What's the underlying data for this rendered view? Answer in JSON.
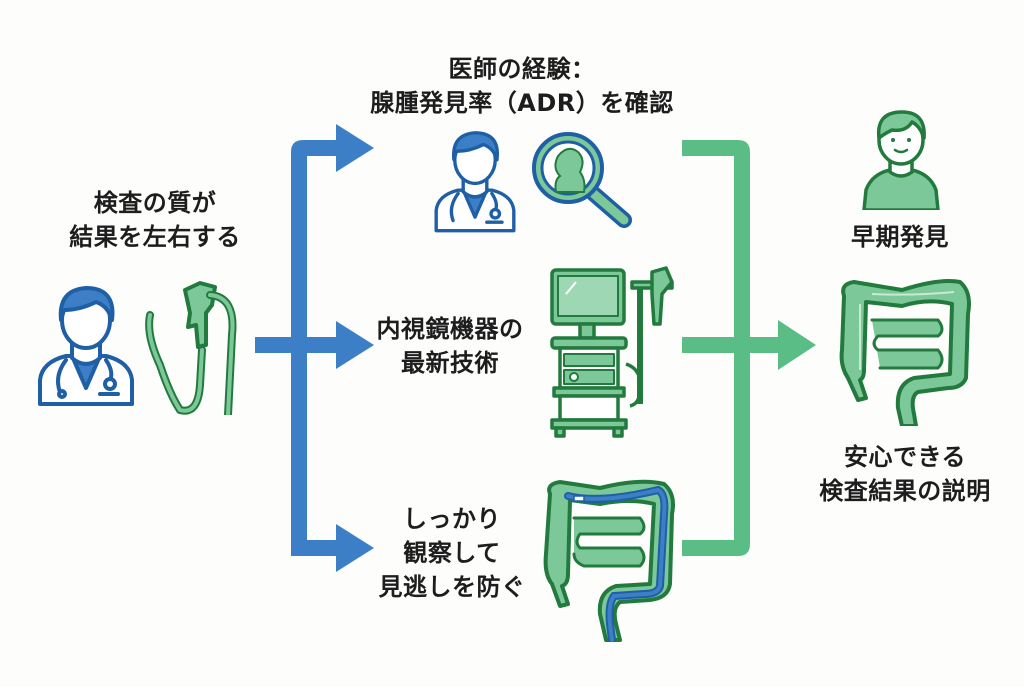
{
  "title": "検査の質と結果の関係",
  "colors": {
    "blue_accent": "#3c7fc6",
    "blue_outline": "#1f5fa6",
    "green_accent": "#5bbd86",
    "green_outline": "#237a3e",
    "green_fill": "#7cc898",
    "text": "#1d1d1d",
    "background": "#fdfdfc"
  },
  "left": {
    "lines": [
      "検査の質が",
      "結果を左右する"
    ],
    "icons": [
      "doctor-icon",
      "endoscope-icon"
    ]
  },
  "factors": [
    {
      "lines": [
        "医師の経験：",
        "腺腫発見率（ADR）を確認"
      ],
      "icons": [
        "doctor-icon",
        "magnifier-icon"
      ]
    },
    {
      "lines": [
        "内視鏡機器の",
        "最新技術"
      ],
      "icons": [
        "endoscopy-cart-icon"
      ]
    },
    {
      "lines": [
        "しっかり",
        "観察して",
        "見逃しを防ぐ"
      ],
      "icons": [
        "colon-with-scope-icon"
      ]
    }
  ],
  "outcome": {
    "top_label": "早期発見",
    "bottom_lines": [
      "安心できる",
      "検査結果の説明"
    ],
    "icons": [
      "patient-icon",
      "colon-icon"
    ]
  }
}
